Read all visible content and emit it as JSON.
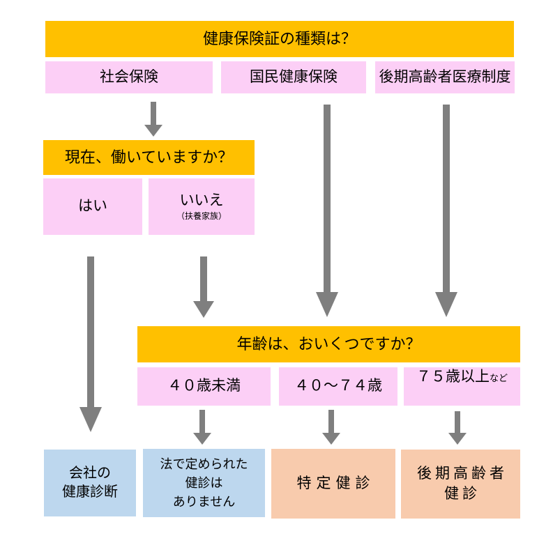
{
  "palette": {
    "orange": "#FFC000",
    "pink": "#FCCFF6",
    "blue": "#BDD7EE",
    "peach": "#F8CBAD",
    "arrow_gray": "#7F7F7F"
  },
  "flowchart": {
    "q_insurance": "健康保険証の種類は？",
    "insurance_options": {
      "shakai": "社会保険",
      "kokumin": "国民健康保険",
      "kouki": "後期高齢者医療制度"
    },
    "q_working": "現在、働いていますか？",
    "working_options": {
      "yes": "はい",
      "no": "いいえ",
      "no_note": "（扶養家族）"
    },
    "q_age": "年齢は、おいくつですか？",
    "age_options": {
      "under40": "４０歳未満",
      "mid": "４０～７４歳",
      "over75": "７５歳以上",
      "over75_note": "など"
    },
    "outcomes": {
      "company_checkup": "会社の\n健康診断",
      "no_required_checkup": "法で定められた\n健診は\nありません",
      "tokutei": "特定健診",
      "kouki_line1": "後期高齢者",
      "kouki_line2": "健診"
    }
  }
}
